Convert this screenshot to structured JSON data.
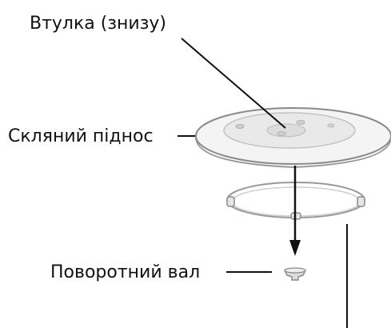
{
  "labels": {
    "hub": "Втулка (знизу)",
    "glass_tray": "Скляний піднос",
    "turntable_shaft": "Поворотний вал"
  },
  "colors": {
    "line": "#111111",
    "outline": "#8a8a8a",
    "fill": "#f1f1f1"
  }
}
